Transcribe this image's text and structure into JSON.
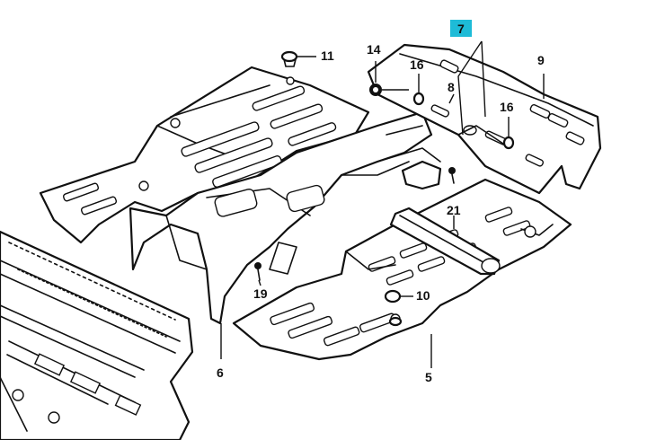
{
  "callouts": {
    "part_5": "5",
    "part_6": "6",
    "part_7": "7",
    "part_8": "8",
    "part_9": "9",
    "part_10": "10",
    "part_11": "11",
    "part_14": "14",
    "part_16a": "16",
    "part_16b": "16",
    "part_19": "19",
    "part_21": "21"
  },
  "colors": {
    "highlight": "#1ebbd7",
    "ink": "#111111",
    "paper": "#ffffff"
  }
}
